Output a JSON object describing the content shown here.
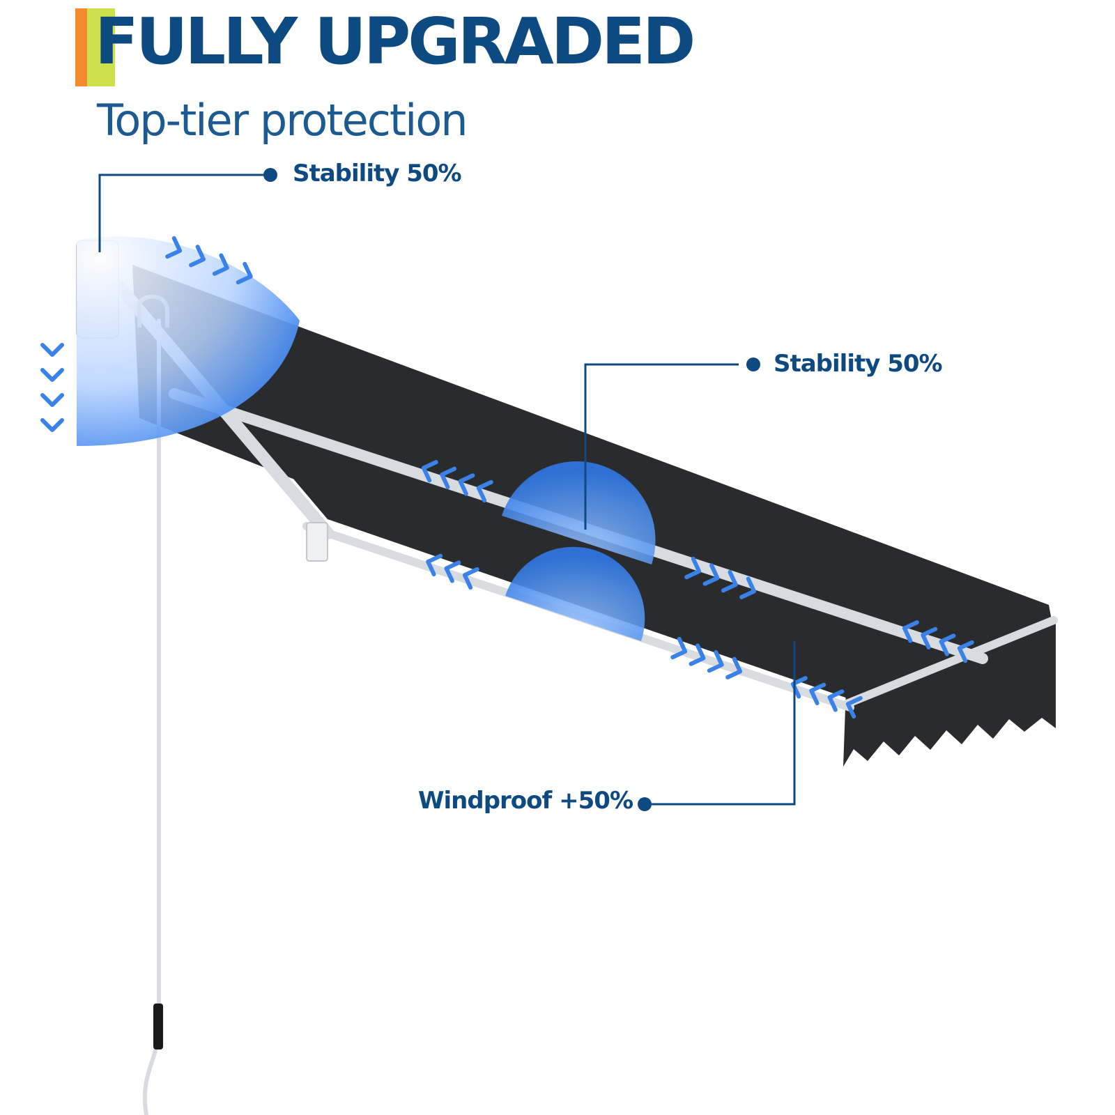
{
  "header": {
    "title": "FULLY UPGRADED",
    "subtitle": "Top-tier protection"
  },
  "callouts": [
    {
      "label": "Stability 50%",
      "target": "awning-head-bracket"
    },
    {
      "label": "Stability 50%",
      "target": "folding-arm-joint"
    },
    {
      "label": "Windproof +50%",
      "target": "fabric-canopy"
    }
  ],
  "product": {
    "name": "retractable-awning",
    "fabric_color": "#2a2b2d"
  },
  "colors": {
    "brand_navy": "#0e4a82",
    "subtitle_blue": "#1d5a92",
    "accent_orange": "#f28a30",
    "accent_lime": "#cfe14a",
    "highlight_blue": "#3b82e8",
    "frame_silver": "#d8dce0",
    "fabric_dark": "#2a2b2d",
    "handle_black": "#1a1a1a"
  }
}
